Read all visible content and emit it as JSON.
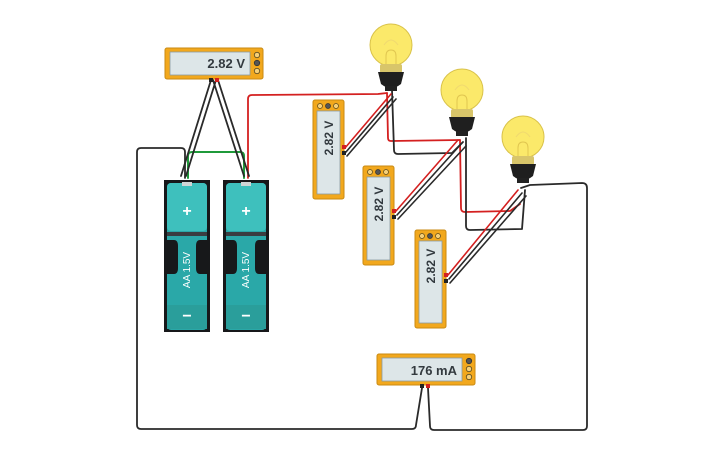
{
  "voltmeter_top": {
    "reading": "2.82 V"
  },
  "voltmeter_bulb1": {
    "reading": "2.82 V"
  },
  "voltmeter_bulb2": {
    "reading": "2.82 V"
  },
  "voltmeter_bulb3": {
    "reading": "2.82 V"
  },
  "ammeter": {
    "reading": "176 mA"
  },
  "batteries": [
    {
      "label": "AA 1.5V",
      "plus": "+",
      "minus": "−"
    },
    {
      "label": "AA 1.5V",
      "plus": "+",
      "minus": "−"
    }
  ],
  "colors": {
    "meter_frame": "#f2a81d",
    "meter_screen": "#dde6e8",
    "battery_teal": "#2aa8a8",
    "battery_dark": "#17181a",
    "bulb_yellow": "#fbe96a",
    "wire_black": "#222222",
    "wire_red": "#d42020",
    "wire_green": "#1f9a3a"
  }
}
